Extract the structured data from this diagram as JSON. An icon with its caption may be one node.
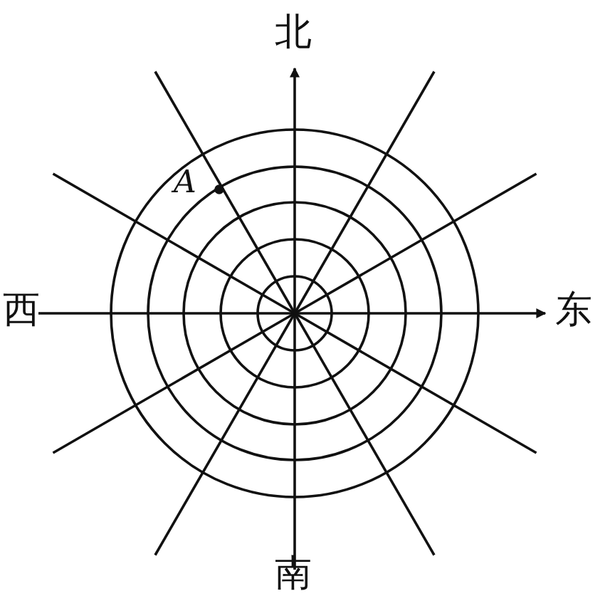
{
  "diagram": {
    "labels": [
      "北",
      "A",
      "西",
      "东",
      "南"
    ]
  }
}
